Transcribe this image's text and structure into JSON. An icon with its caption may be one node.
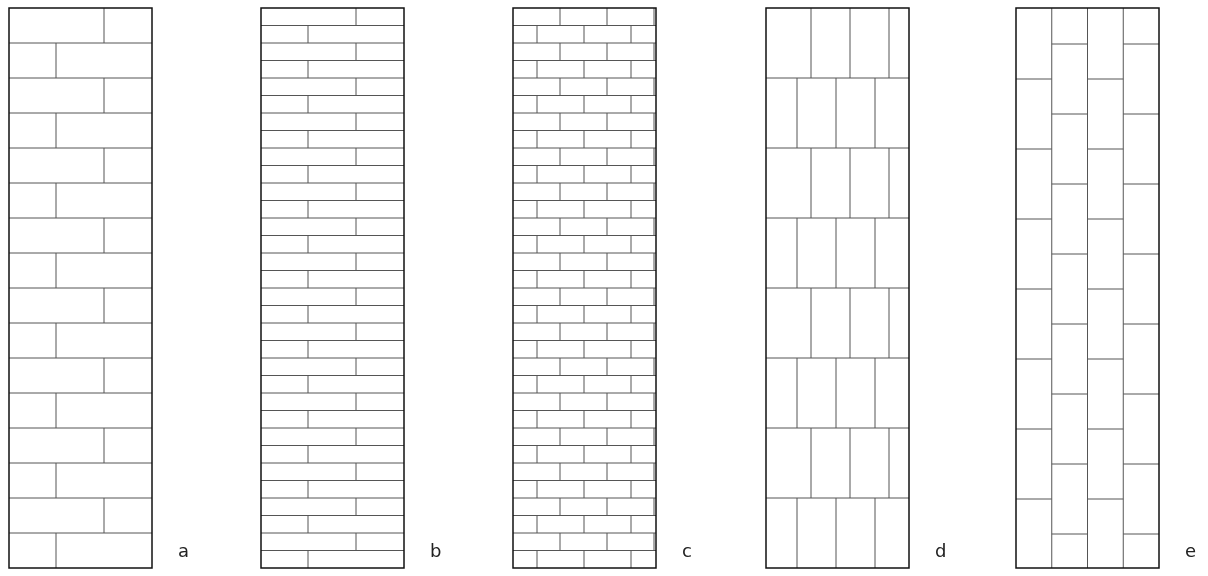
{
  "diagram": {
    "labels": [
      "a",
      "b",
      "c",
      "d",
      "e"
    ]
  }
}
